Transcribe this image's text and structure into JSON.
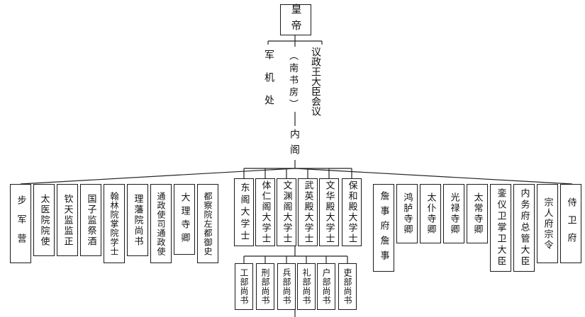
{
  "emperor": "皇帝",
  "council": "议政王大臣会议",
  "grand_council": "军机处",
  "study": "（南书房）",
  "cabinet": "内阁",
  "grand_secretaries": [
    "东阁大学士",
    "体仁阁大学士",
    "文渊阁大学士",
    "武英殿大学士",
    "文华殿大学士",
    "保和殿大学士"
  ],
  "ministries": [
    "工部尚书",
    "刑部尚书",
    "兵部尚书",
    "礼部尚书",
    "户部尚书",
    "吏部尚书"
  ],
  "left_offices": [
    "步军营",
    "太医院院使",
    "钦天监监正",
    "国子监祭酒",
    "翰林院掌院学士",
    "理藩院尚书",
    "通政使司通政使",
    "大理寺卿",
    "都察院左都御史"
  ],
  "right_offices": [
    "詹事府詹事",
    "鸿胪寺卿",
    "太仆寺卿",
    "光禄寺卿",
    "太常寺卿",
    "銮仪卫掌卫大臣",
    "内务府总管大臣",
    "宗人府宗令",
    "侍卫府"
  ]
}
